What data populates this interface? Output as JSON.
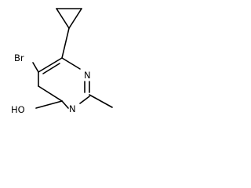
{
  "molecule": {
    "atoms": {
      "bromine": "Br",
      "hydroxyl": "HO",
      "nitrogen_top": "N",
      "nitrogen_bottom": "N"
    }
  }
}
